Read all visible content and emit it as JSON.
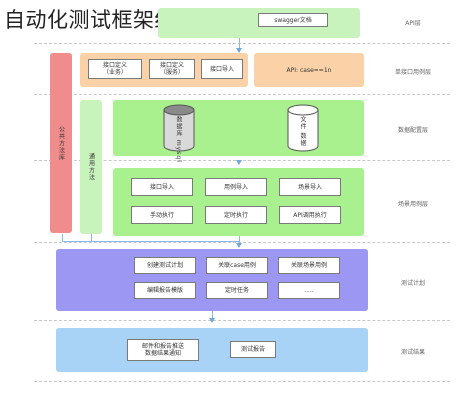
{
  "title": "自动化测试框架结构模版",
  "layers": {
    "api": "API层",
    "single": "单接口用例层",
    "data": "数据配置层",
    "scenario": "场景用例层",
    "plan": "测试计划",
    "result": "测试结果"
  },
  "api_box": "swagger文档",
  "left_sidebar": "公共方法库",
  "mid_sidebar": "通用方法",
  "single_cards": [
    "接口定义\n（业务）",
    "接口定义\n（服务）",
    "接口导入"
  ],
  "api_config": "API: case==1n",
  "data_cylinders": [
    "数据库\nmysql",
    "文件\n数据"
  ],
  "scenario_cards": [
    "接口导入",
    "用例导入",
    "场景导入",
    "手动执行",
    "定时执行",
    "API调用执行"
  ],
  "plan_cards": [
    "创建测试计划",
    "关联case用例",
    "关联场景用例",
    "编辑报告模版",
    "定时任务",
    "....."
  ],
  "result_cards": [
    "测试报告",
    "邮件和报告推送\n数据结果通知"
  ],
  "colors": {
    "orange": "#fbd2a7",
    "red": "#f08c8c",
    "green": "#a9f08f",
    "purple": "#9b97f3",
    "blue": "#a8d3f7",
    "api_green": "#c9f3bd"
  }
}
